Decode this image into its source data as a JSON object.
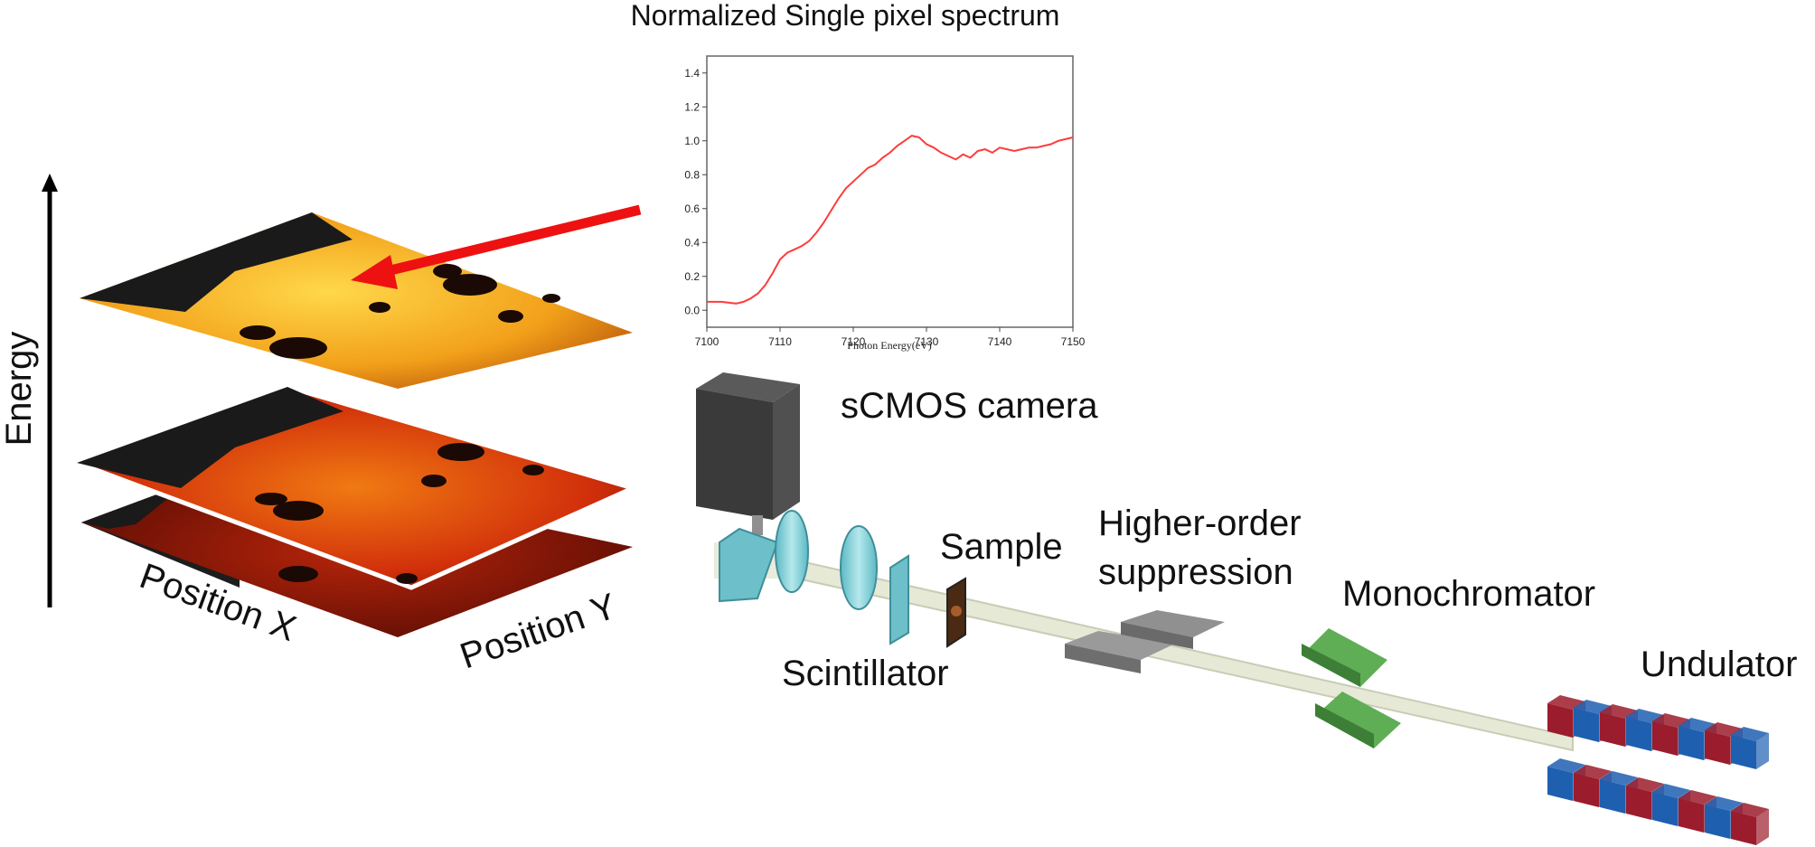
{
  "title": "Normalized Single pixel spectrum",
  "labels": {
    "energy": "Energy",
    "position_x": "Position X",
    "position_y": "Position Y",
    "camera": "sCMOS camera",
    "sample": "Sample",
    "scintillator": "Scintillator",
    "hos_line1": "Higher-order",
    "hos_line2": "suppression",
    "monochromator": "Monochromator",
    "undulator": "Undulator"
  },
  "colors": {
    "arrow": "#ee1111",
    "spectrum_line": "#ff3b3b",
    "camera": "#3c3c3c",
    "lens": "#7ecfd6",
    "mirror": "#8a8a8a",
    "mono": "#4f9a45",
    "magnet_red": "#9b1c2c",
    "magnet_blue": "#1e5fb0",
    "beam": "#e6e9d6"
  },
  "chart_data": {
    "type": "line",
    "title": "Normalized Single pixel spectrum",
    "xlabel": "Photon Energy(eV)",
    "ylabel": "",
    "xlim": [
      7100,
      7150
    ],
    "ylim": [
      -0.1,
      1.5
    ],
    "x_ticks": [
      "7100",
      "7110",
      "7120",
      "7130",
      "7140",
      "7150"
    ],
    "y_ticks": [
      "0.0",
      "0.2",
      "0.4",
      "0.6",
      "0.8",
      "1.0",
      "1.2",
      "1.4"
    ],
    "grid": false,
    "series": [
      {
        "x": [
          7100,
          7102,
          7104,
          7105,
          7106,
          7107,
          7108,
          7109,
          7110,
          7111,
          7112,
          7113,
          7114,
          7115,
          7116,
          7117,
          7118,
          7119,
          7120,
          7121,
          7122,
          7123,
          7124,
          7125,
          7126,
          7127,
          7128,
          7129,
          7130,
          7131,
          7132,
          7133,
          7134,
          7135,
          7136,
          7137,
          7138,
          7139,
          7140,
          7141,
          7142,
          7143,
          7144,
          7145,
          7146,
          7147,
          7148,
          7149,
          7150
        ],
        "y": [
          0.05,
          0.05,
          0.04,
          0.05,
          0.07,
          0.1,
          0.15,
          0.22,
          0.3,
          0.34,
          0.36,
          0.38,
          0.41,
          0.46,
          0.52,
          0.59,
          0.66,
          0.72,
          0.76,
          0.8,
          0.84,
          0.86,
          0.9,
          0.93,
          0.97,
          1.0,
          1.03,
          1.02,
          0.98,
          0.96,
          0.93,
          0.91,
          0.89,
          0.92,
          0.9,
          0.94,
          0.95,
          0.93,
          0.96,
          0.95,
          0.94,
          0.95,
          0.96,
          0.96,
          0.97,
          0.98,
          1.0,
          1.01,
          1.02
        ]
      }
    ]
  }
}
